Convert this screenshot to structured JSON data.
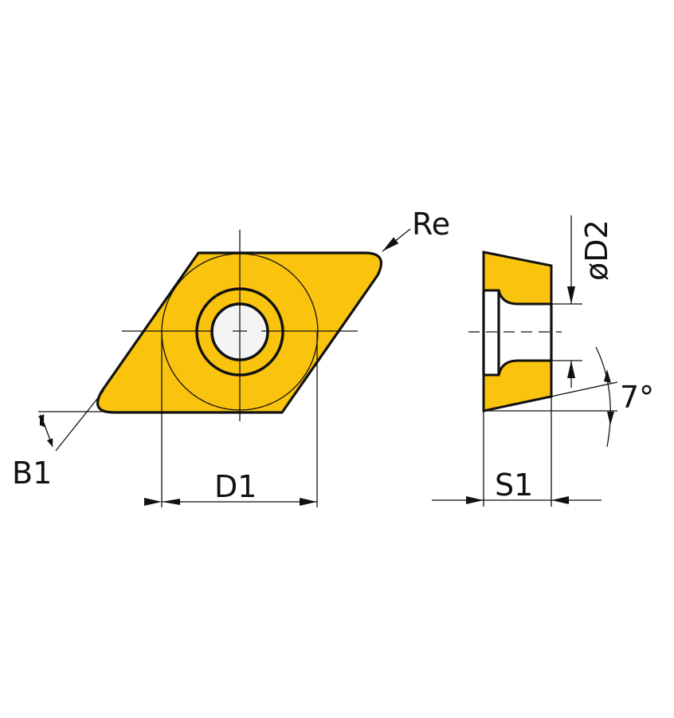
{
  "diagram": {
    "type": "technical-drawing",
    "subject": "cutting insert (rhombic, 55°) with side view",
    "colors": {
      "insert_fill": "#F9C30E",
      "line": "#111111",
      "background": "#FFFFFF"
    },
    "labels": {
      "corner_radius": "Re",
      "clearance": "B1",
      "inscribed_diameter": "D1",
      "thickness": "S1",
      "hole_diameter": "øD2",
      "clearance_angle": "7°"
    },
    "views": [
      {
        "name": "top-view",
        "description": "rhombic insert with central countersunk hole and inscribed circle"
      },
      {
        "name": "side-view",
        "description": "section with 7° clearance and countersunk bore"
      }
    ]
  }
}
